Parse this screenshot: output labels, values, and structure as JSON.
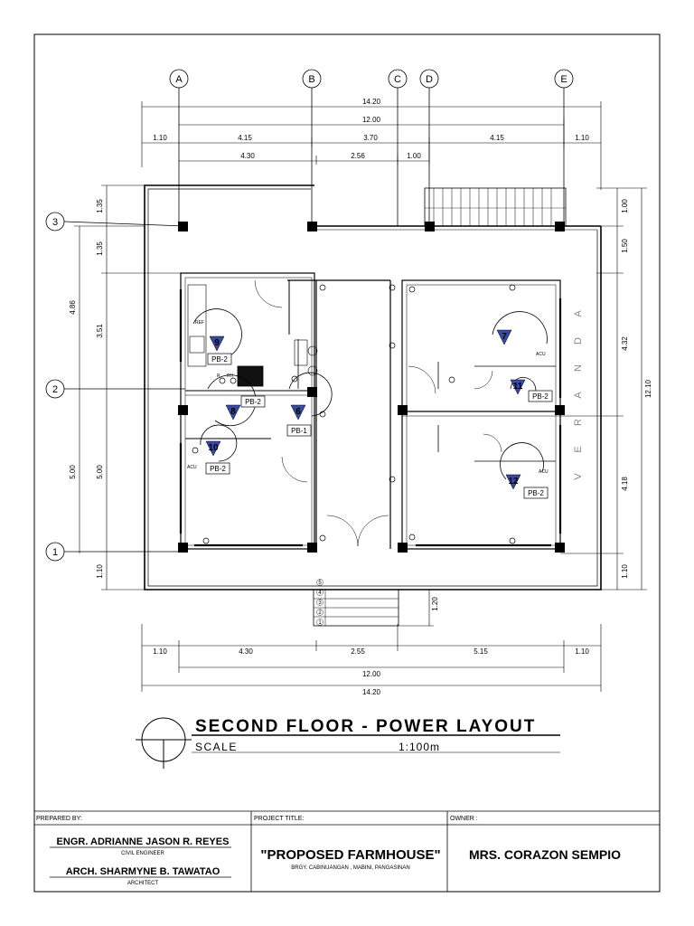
{
  "grid": {
    "columns": [
      "A",
      "B",
      "C",
      "D",
      "E"
    ],
    "rows": [
      "3",
      "2",
      "1"
    ]
  },
  "dimensions": {
    "top_overall": "14.20",
    "top_inner": "12.00",
    "top_segments": [
      "1.10",
      "4.15",
      "3.70",
      "4.15",
      "1.10"
    ],
    "top_sub": [
      "4.30",
      "2.56",
      "1.00"
    ],
    "bottom_segments": [
      "1.10",
      "4.30",
      "2.55",
      "5.15",
      "1.10"
    ],
    "bottom_inner": "12.00",
    "bottom_overall": "14.20",
    "left_outer": [
      "1.35",
      "4.86",
      "5.00",
      "1.10"
    ],
    "left_inner": [
      "1.35",
      "3.51",
      "5.00"
    ],
    "right_segments": [
      "1.00",
      "1.50",
      "4.32",
      "4.18",
      "1.10"
    ],
    "right_overall": "12.10",
    "stair_height": "1.20"
  },
  "plan": {
    "veranda_letters": [
      "V",
      "E",
      "R",
      "A",
      "N",
      "D",
      "A"
    ],
    "stair_steps": [
      "5",
      "4",
      "3",
      "2",
      "1"
    ],
    "panelboard_labels": [
      "PB-2",
      "PB-2",
      "PB-1",
      "PB-2",
      "PB-2",
      "PB-2"
    ],
    "circuits": [
      "9",
      "8",
      "6",
      "10",
      "7",
      "11",
      "12"
    ],
    "small_tags": [
      "REF",
      "R",
      "RH",
      "ACU",
      "ACU",
      "ACU"
    ]
  },
  "drawing_title": {
    "title": "SECOND FLOOR - POWER LAYOUT",
    "scale_label": "SCALE",
    "scale_value": "1:100m"
  },
  "title_block": {
    "prepared_by_label": "PREPARED BY:",
    "engineer_name": "ENGR. ADRIANNE JASON R. REYES",
    "engineer_role": "CIVIL ENGINEER",
    "architect_name": "ARCH. SHARMYNE B. TAWATAO",
    "architect_role": "ARCHITECT",
    "project_title_label": "PROJECT TITLE:",
    "project_title": "\"PROPOSED FARMHOUSE\"",
    "project_location": "BRGY. CABINUANGAN , MABINI, PANGASINAN",
    "owner_label": "OWNER :",
    "owner_name": "MRS. CORAZON SEMPIO"
  }
}
